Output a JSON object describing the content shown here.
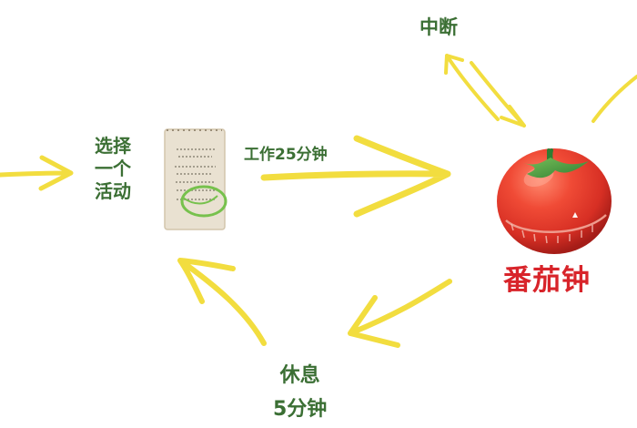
{
  "diagram": {
    "title": "",
    "steps": {
      "select_activity": [
        "选择",
        "一个",
        "活动"
      ],
      "work": "工作25分钟",
      "interrupt": "中断",
      "tomato_timer": "番茄钟",
      "rest": [
        "休息",
        "5分钟"
      ]
    },
    "icons": {
      "activity_list": "paper-list-icon",
      "timer": "tomato-timer-icon"
    },
    "colors": {
      "arrow": "#f2dd3f",
      "text_green": "#3b6f34",
      "text_red": "#d8242a",
      "tomato_red": "#e94733",
      "paper": "#e9e1d1"
    }
  }
}
